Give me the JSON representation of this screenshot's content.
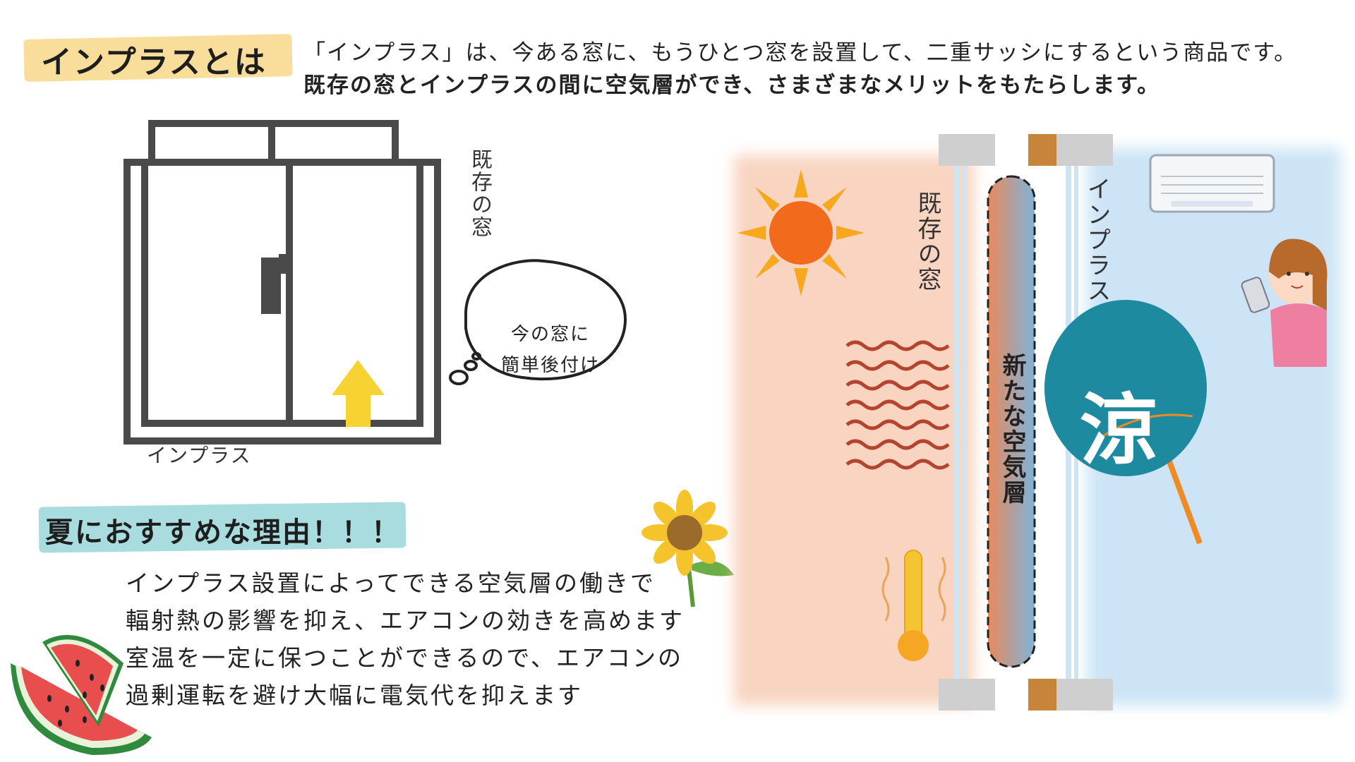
{
  "intro": {
    "heading": "インプラスとは",
    "line1": "「インプラス」は、今ある窓に、もうひとつ窓を設置して、二重サッシにするという商品です。",
    "line2": "既存の窓とインプラスの間に空気層ができ、さまざまなメリットをもたらします。"
  },
  "window_diagram": {
    "existing_label": "既存の窓",
    "implus_label": "インプラス",
    "bubble_line1": "今の窓に",
    "bubble_line2": "簡単後付け"
  },
  "summer": {
    "heading": "夏におすすめな理由！！！",
    "lines": [
      "インプラス設置によってできる空気層の働きで",
      "輻射熱の影響を抑え、エアコンの効きを高めます",
      "室温を一定に保つことができるので、エアコンの",
      "過剰運転を避け大幅に電気代を抑えます"
    ]
  },
  "cross_section": {
    "existing_label": "既存の窓",
    "implus_label": "インプラス",
    "air_layer_label": "新たな空気層",
    "fan_character": "涼"
  },
  "colors": {
    "heading_highlight_yellow": "#f8d98f",
    "heading_highlight_cyan": "#9ed8dc",
    "warm_side": "#f6c6ad",
    "cool_side": "#bcdcf2",
    "arrow_yellow": "#f7d233",
    "heat_wave": "#b5442e",
    "fan_teal": "#1d8aa0"
  },
  "icons": [
    "sun-icon",
    "heat-wave-icon",
    "thermometer-icon",
    "air-conditioner-icon",
    "woman-with-remote-icon",
    "uchiwa-fan-icon",
    "sunflower-icon",
    "watermelon-icon",
    "up-arrow-icon"
  ]
}
